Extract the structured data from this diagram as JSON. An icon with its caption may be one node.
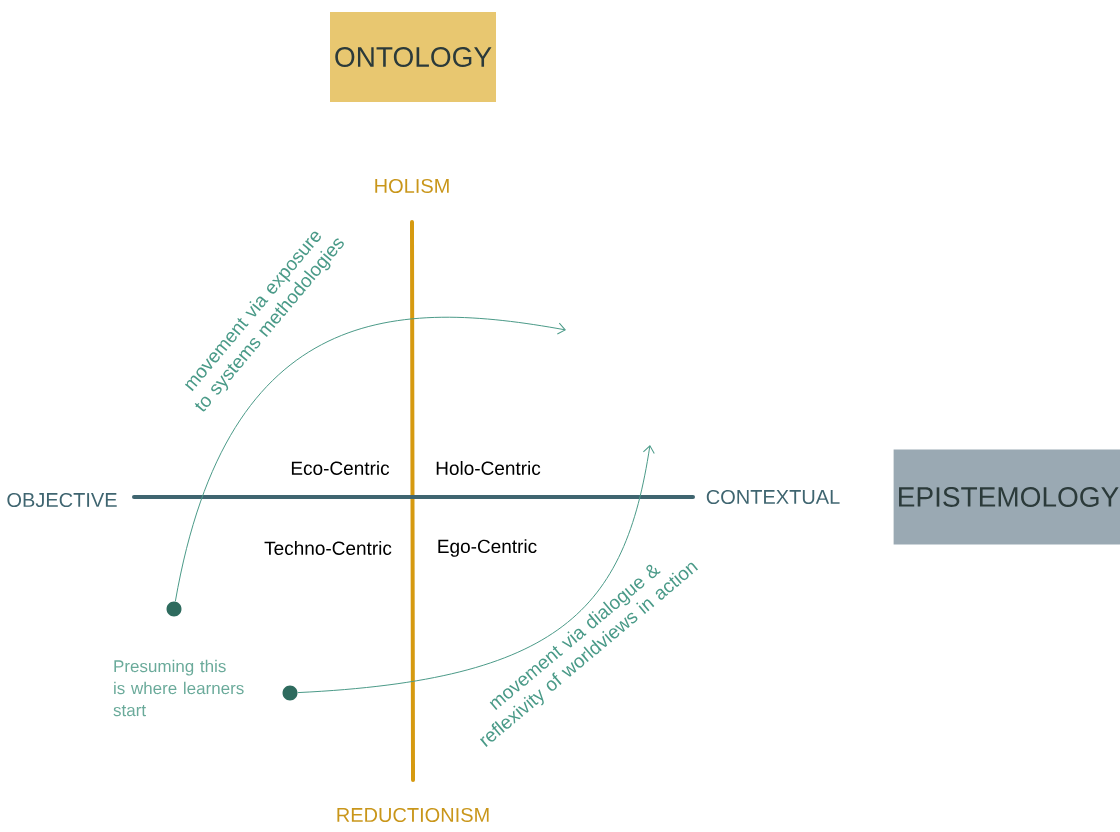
{
  "diagram": {
    "nodes": [
      {
        "text": [
          "ONTOLOGY"
        ]
      },
      {
        "text": [
          "EPISTEMOLOGY"
        ]
      },
      {
        "text": [],
        "shape": "circle"
      },
      {
        "text": [],
        "shape": "circle"
      }
    ],
    "edges": [
      {
        "from": 2,
        "to": null,
        "arrow": "to",
        "label": "movement via exposure to systems methodologies"
      },
      {
        "from": 3,
        "to": null,
        "arrow": "to",
        "label": "movement via dialogue & reflexivity of worldviews in action"
      }
    ],
    "labels": [
      "HOLISM",
      "Eco-Centric",
      "Holo-Centric",
      "OBJECTIVE",
      "CONTEXTUAL",
      "Techno-Centric",
      "Ego-Centric",
      "Presuming this is where learners start",
      "REDUCTIONISM"
    ]
  }
}
